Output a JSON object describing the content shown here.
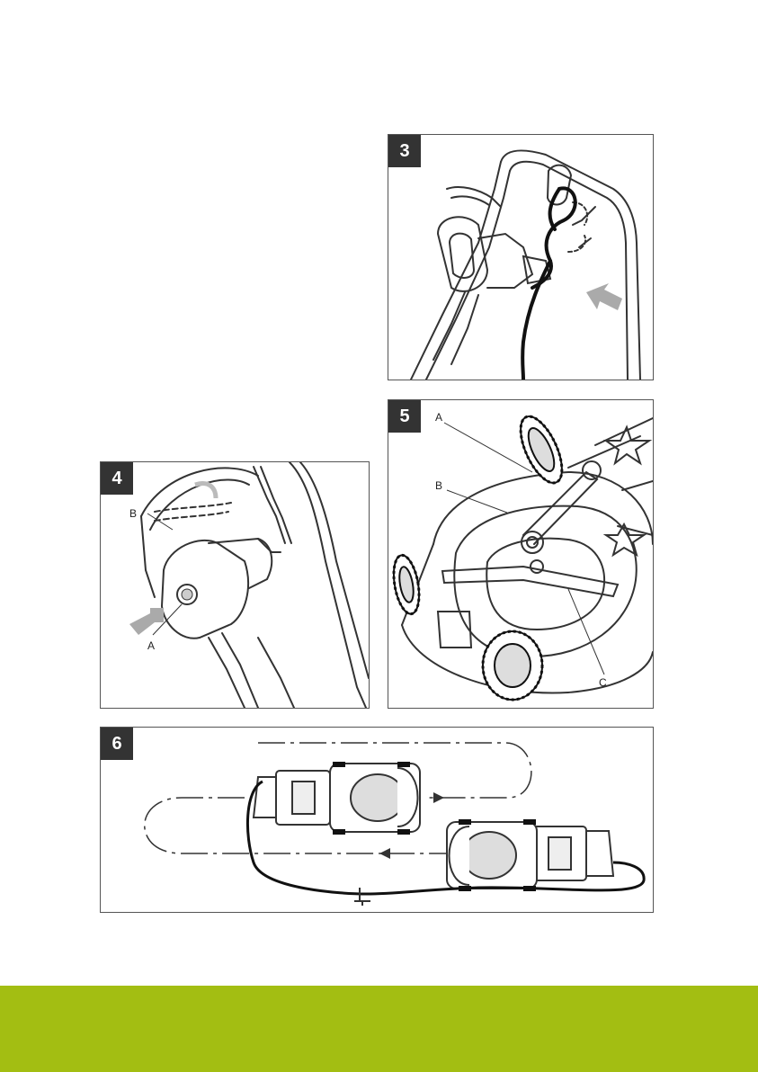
{
  "figures": [
    {
      "number": "3",
      "labels": []
    },
    {
      "number": "4",
      "labels": [
        "B",
        "A"
      ]
    },
    {
      "number": "5",
      "labels": [
        "A",
        "B",
        "C"
      ]
    },
    {
      "number": "6",
      "labels": []
    }
  ],
  "colors": {
    "badge": "#333333",
    "footer_band": "#a3be12",
    "line_art": "#333333"
  }
}
